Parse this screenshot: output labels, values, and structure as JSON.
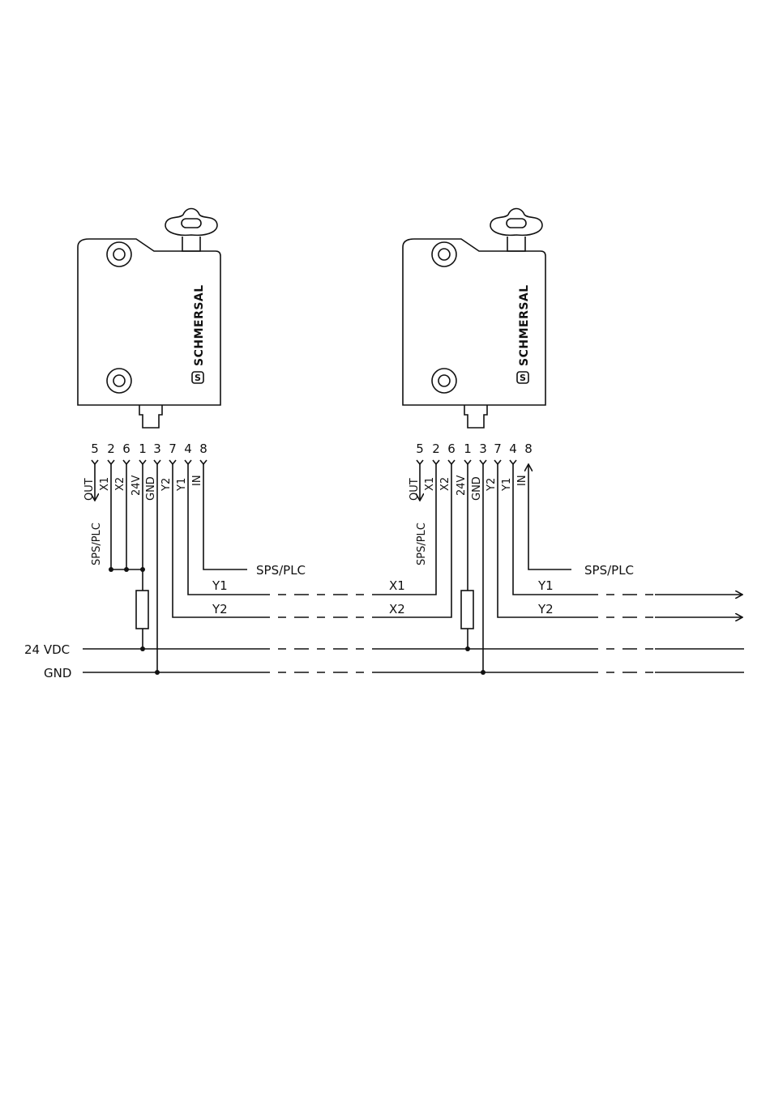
{
  "brand": {
    "name": "SCHMERSAL",
    "logo_glyph": "S"
  },
  "pins": [
    "5",
    "2",
    "6",
    "1",
    "3",
    "7",
    "4",
    "8"
  ],
  "signals": [
    "OUT",
    "X1",
    "X2",
    "24V",
    "GND",
    "Y2",
    "Y1",
    "IN"
  ],
  "labels": {
    "sps_plc": "SPS/PLC",
    "y1": "Y1",
    "y2": "Y2",
    "x1": "X1",
    "x2": "X2",
    "vdc": "24 VDC",
    "gnd": "GND"
  }
}
